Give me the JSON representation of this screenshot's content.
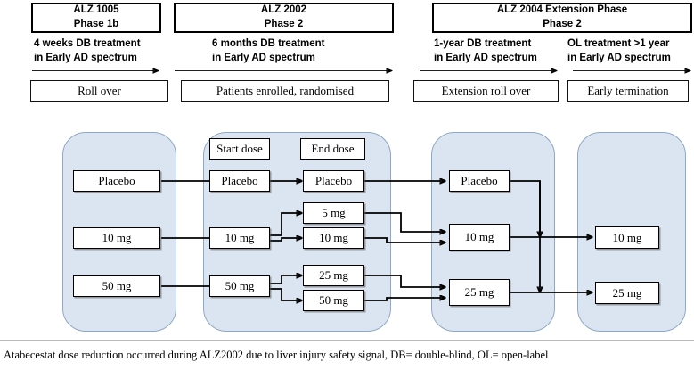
{
  "studies": [
    {
      "name": "ALZ 1005",
      "phase": "Phase 1b"
    },
    {
      "name": "ALZ 2002",
      "phase": "Phase 2"
    },
    {
      "name": "ALZ 2004 Extension Phase",
      "phase": "Phase 2"
    }
  ],
  "treatment_captions": [
    {
      "line1": "4 weeks DB treatment",
      "line2": "in Early AD spectrum"
    },
    {
      "line1": "6 months DB treatment",
      "line2": "in Early AD spectrum"
    },
    {
      "line1": "1-year DB treatment",
      "line2": "in Early AD spectrum"
    },
    {
      "line1": "OL treatment >1 year",
      "line2": "in Early AD spectrum"
    }
  ],
  "status_boxes": [
    {
      "label": "Roll over"
    },
    {
      "label": "Patients enrolled, randomised"
    },
    {
      "label": "Extension roll over"
    },
    {
      "label": "Early termination"
    }
  ],
  "panels": {
    "alz1005": {
      "doses": [
        {
          "label": "Placebo"
        },
        {
          "label": "10 mg"
        },
        {
          "label": "50 mg"
        }
      ]
    },
    "alz2002": {
      "column_headers": [
        {
          "label": "Start dose"
        },
        {
          "label": "End dose"
        }
      ],
      "start_doses": [
        {
          "label": "Placebo"
        },
        {
          "label": "10 mg"
        },
        {
          "label": "50 mg"
        }
      ],
      "end_doses": [
        {
          "label": "Placebo"
        },
        {
          "label": "5 mg"
        },
        {
          "label": "10 mg"
        },
        {
          "label": "25 mg"
        },
        {
          "label": "50 mg"
        }
      ]
    },
    "alz2004_db": {
      "doses": [
        {
          "label": "Placebo"
        },
        {
          "label": "10 mg"
        },
        {
          "label": "25 mg"
        }
      ]
    },
    "alz2004_ol": {
      "doses": [
        {
          "label": "10 mg"
        },
        {
          "label": "25 mg"
        }
      ]
    }
  },
  "footnote": "Atabecestat dose reduction occurred during ALZ2002 due to liver injury safety signal, DB= double-blind, OL= open-label",
  "colors": {
    "panel_fill": "#dbe5f1",
    "panel_stroke": "#8fa8c4",
    "line": "#000000",
    "box_fill": "#ffffff"
  }
}
